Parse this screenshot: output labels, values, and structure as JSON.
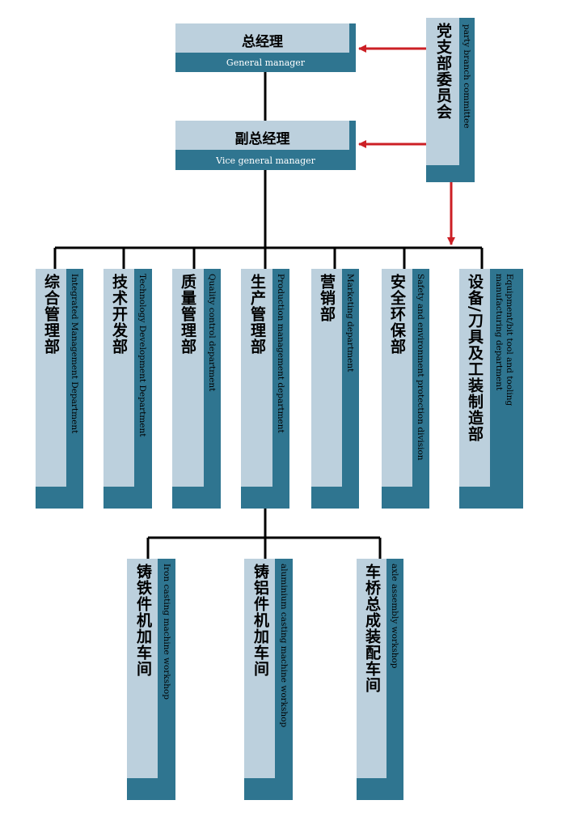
{
  "top": {
    "general_manager": {
      "zh": "总经理",
      "en": "General manager"
    },
    "vice_general_manager": {
      "zh": "副总经理",
      "en": "Vice general manager"
    },
    "party_committee": {
      "zh": "党支部委员会",
      "en": "party branch committee"
    }
  },
  "departments": [
    {
      "zh": "综合管理部",
      "en": "Integrated Management Department"
    },
    {
      "zh": "技术开发部",
      "en": "Technology Development Department"
    },
    {
      "zh": "质量管理部",
      "en": "Quality control department"
    },
    {
      "zh": "生产管理部",
      "en": "Production management department"
    },
    {
      "zh": "营销部",
      "en": "Marketing department"
    },
    {
      "zh": "安全环保部",
      "en": "Safety and environment protection division"
    },
    {
      "zh": "设备/刀具及工装制造部",
      "en": "Equipment/bit tool and tooling manufacturing department"
    }
  ],
  "workshops": [
    {
      "zh": "铸铁件机加车间",
      "en": "Iron casting machine workshop"
    },
    {
      "zh": "铸铝件机加车间",
      "en": "aluminium casting machine workshop"
    },
    {
      "zh": "车桥总成装配车间",
      "en": "axle assembly workshop"
    }
  ],
  "colors": {
    "box_dark": "#2f7590",
    "box_light": "#bcd0dd",
    "line": "#000000",
    "arrow": "#cc1f25"
  }
}
